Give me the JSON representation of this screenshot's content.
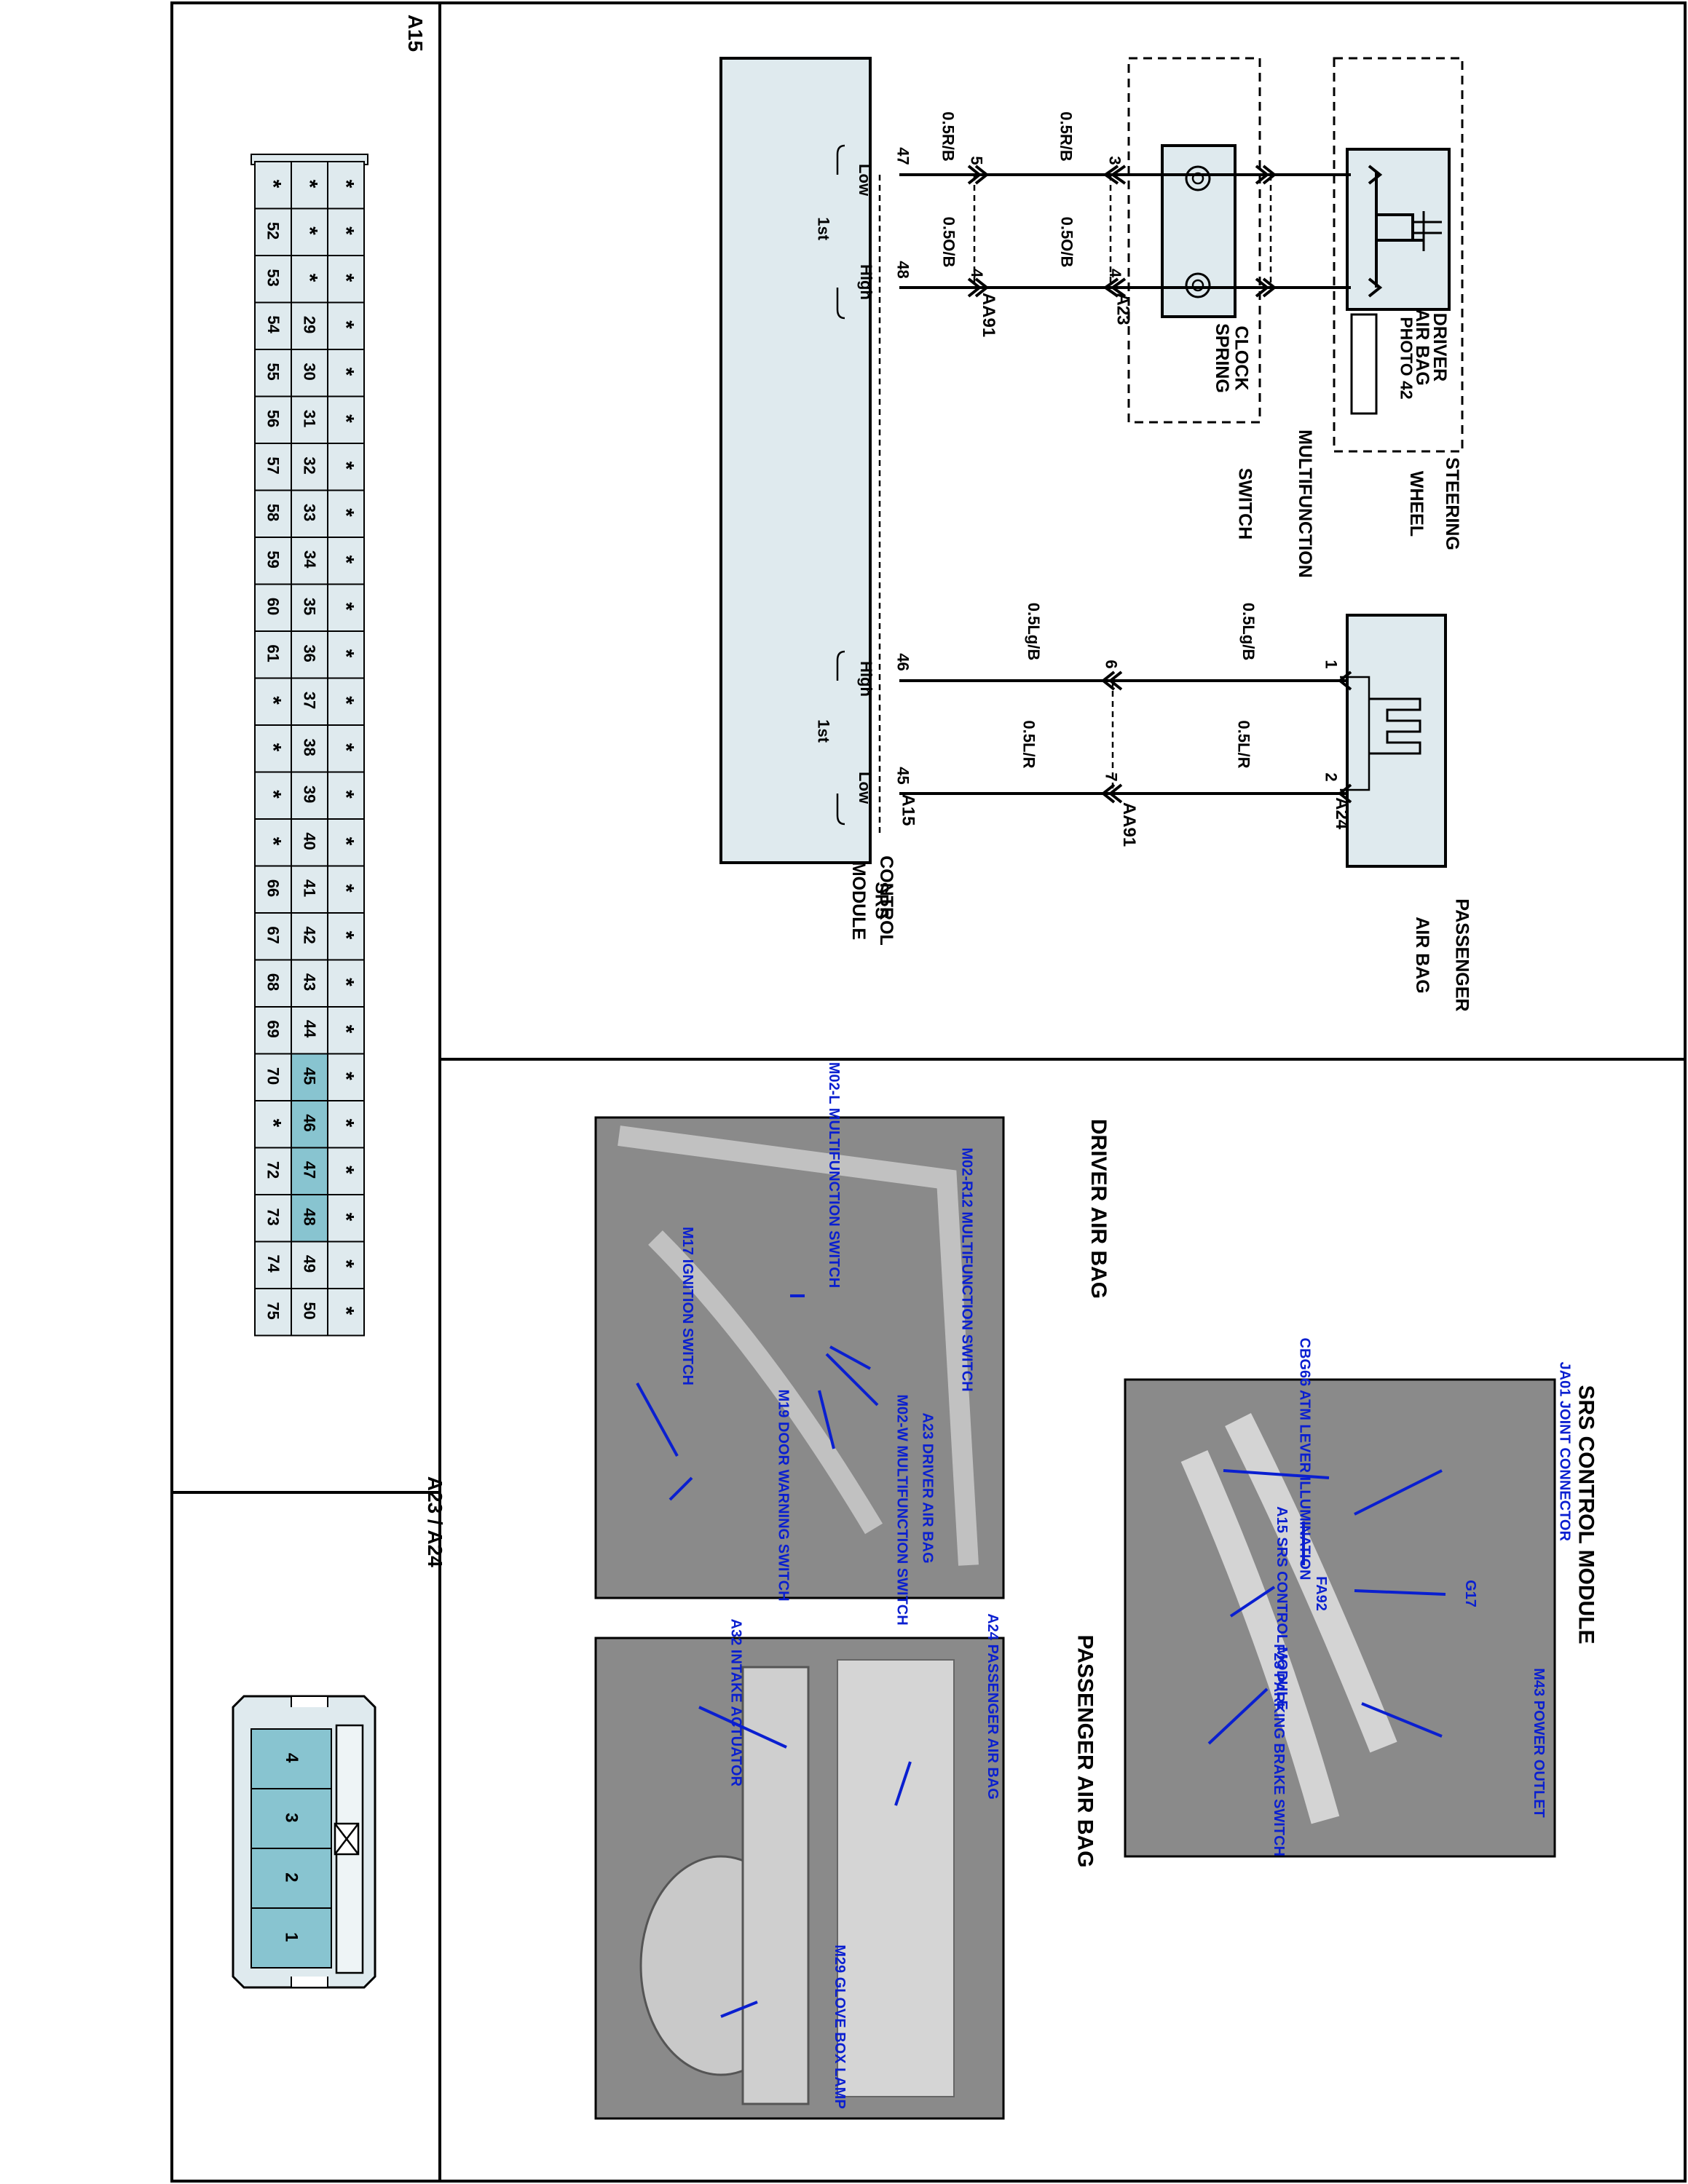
{
  "steering_wheel": {
    "label_1": "STEERING",
    "label_2": "WHEEL"
  },
  "driver_airbag": {
    "label_1": "DRIVER",
    "label_2": "AIR BAG",
    "photo_ref": "PHOTO 42"
  },
  "multifunction_switch": {
    "label_1": "MULTIFUNCTION",
    "label_2": "SWITCH"
  },
  "clock_spring": {
    "label_1": "CLOCK",
    "label_2": "SPRING"
  },
  "passenger_airbag": {
    "label_1": "PASSENGER",
    "label_2": "AIR BAG"
  },
  "srs_module": {
    "label_1": "SRS",
    "label_2": "CONTROL",
    "label_3": "MODULE"
  },
  "connectors": {
    "a23": "A23",
    "aa91_upper": "AA91",
    "a24": "A24",
    "aa91_lower": "AA91",
    "a15": "A15"
  },
  "pins": {
    "a23_3": "3",
    "a23_4": "4",
    "aa91_5": "5",
    "aa91_4": "4",
    "a15_47": "47",
    "a15_48": "48",
    "a24_1": "1",
    "a24_2": "2",
    "aa91_6": "6",
    "aa91_7": "7",
    "a15_46": "46",
    "a15_45": "45"
  },
  "wires": {
    "w1": "0.5R/B",
    "w2": "0.5O/B",
    "w3": "0.5R/B",
    "w4": "0.5O/B",
    "w5": "0.5Lg/B",
    "w6": "0.5L/R",
    "w7": "0.5Lg/B",
    "w8": "0.5L/R"
  },
  "module_internal": {
    "low": "Low",
    "first": "1st",
    "high": "High",
    "high2": "High",
    "first2": "1st",
    "low2": "Low"
  },
  "photos": {
    "srs_title": "SRS CONTROL MODULE",
    "srs_ann": [
      "JA01 JOINT CONNECTOR",
      "G17",
      "M43 POWER OUTLET",
      "CBG66 ATM LEVER ILLUMINATION",
      "FA92",
      "A15 SRS CONTROL MODULE",
      "F23 PARKING BRAKE SWITCH"
    ],
    "driver_title": "DRIVER AIR BAG",
    "driver_ann": [
      "M02-L MULTIFUNCTION SWITCH",
      "M02-R12 MULTIFUNCTION SWITCH",
      "A23 DRIVER AIR BAG",
      "M02-W MULTIFUNCTION SWITCH",
      "M17 IGNITION SWITCH",
      "M19 DOOR WARNING SWITCH"
    ],
    "passenger_title": "PASSENGER AIR BAG",
    "passenger_ann": [
      "A24 PASSENGER AIR BAG",
      "A32 INTAKE ACTUATOR",
      "M29 GLOVE BOX LAMP"
    ]
  },
  "a15_view": {
    "title": "A15",
    "rows": [
      [
        "*",
        "*",
        "*"
      ],
      [
        "*",
        "*",
        "52"
      ],
      [
        "*",
        "*",
        "53"
      ],
      [
        "*",
        "29",
        "54"
      ],
      [
        "*",
        "30",
        "55"
      ],
      [
        "*",
        "31",
        "56"
      ],
      [
        "*",
        "32",
        "57"
      ],
      [
        "*",
        "33",
        "58"
      ],
      [
        "*",
        "34",
        "59"
      ],
      [
        "*",
        "35",
        "60"
      ],
      [
        "*",
        "36",
        "61"
      ],
      [
        "*",
        "37",
        "*"
      ],
      [
        "*",
        "38",
        "*"
      ],
      [
        "*",
        "39",
        "*"
      ],
      [
        "*",
        "40",
        "*"
      ],
      [
        "*",
        "41",
        "66"
      ],
      [
        "*",
        "42",
        "67"
      ],
      [
        "*",
        "43",
        "68"
      ],
      [
        "*",
        "44",
        "69"
      ],
      [
        "*",
        "45",
        "70"
      ],
      [
        "*",
        "46",
        "*"
      ],
      [
        "*",
        "47",
        "72"
      ],
      [
        "*",
        "48",
        "73"
      ],
      [
        "*",
        "49",
        "74"
      ],
      [
        "*",
        "50",
        "75"
      ]
    ]
  },
  "a23_a24_view": {
    "title": "A23 / A24",
    "cells": [
      "4",
      "3",
      "2",
      "1"
    ]
  }
}
